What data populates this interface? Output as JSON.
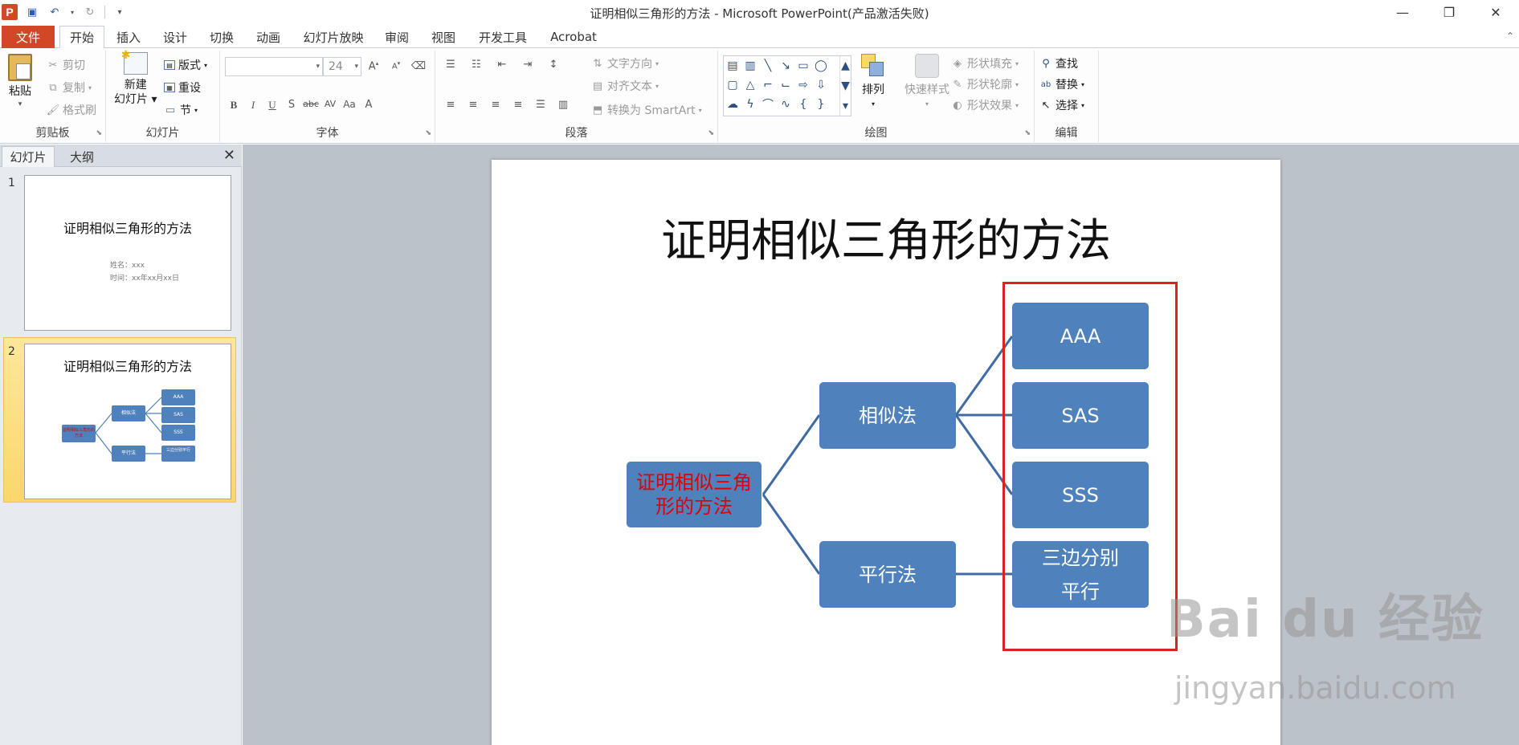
{
  "app": {
    "title": "证明相似三角形的方法 - Microsoft PowerPoint(产品激活失败)",
    "logo_letter": "P",
    "window_controls": {
      "minimize": "—",
      "restore": "❐",
      "close": "✕"
    }
  },
  "ribbon_tabs": {
    "file": "文件",
    "home": "开始",
    "insert": "插入",
    "design": "设计",
    "transitions": "切换",
    "animations": "动画",
    "slideshow": "幻灯片放映",
    "review": "审阅",
    "view": "视图",
    "developer": "开发工具",
    "acrobat": "Acrobat"
  },
  "ribbon": {
    "clipboard": {
      "paste": "粘贴",
      "cut": "剪切",
      "copy": "复制",
      "format_painter": "格式刷",
      "label": "剪贴板"
    },
    "slides": {
      "new_slide_1": "新建",
      "new_slide_2": "幻灯片",
      "layout": "版式",
      "reset": "重设",
      "section": "节",
      "label": "幻灯片"
    },
    "font": {
      "size": "24",
      "label": "字体"
    },
    "paragraph": {
      "text_direction": "文字方向",
      "align_text": "对齐文本",
      "smartart": "转换为 SmartArt",
      "label": "段落"
    },
    "drawing": {
      "arrange": "排列",
      "quick_styles": "快速样式",
      "shape_fill": "形状填充",
      "shape_outline": "形状轮廓",
      "shape_effects": "形状效果",
      "label": "绘图"
    },
    "editing": {
      "find": "查找",
      "replace": "替换",
      "select": "选择",
      "label": "编辑"
    }
  },
  "left_pane": {
    "tab_slides": "幻灯片",
    "tab_outline": "大纲",
    "close": "✕",
    "slides": [
      {
        "num": "1",
        "title": "证明相似三角形的方法",
        "sub1": "姓名：xxx",
        "sub2": "时间：xx年xx月xx日"
      },
      {
        "num": "2",
        "title": "证明相似三角形的方法",
        "root": "证明相似三角形的方法",
        "n1": "相似法",
        "n2": "平行法",
        "l1": "AAA",
        "l2": "SAS",
        "l3": "SSS",
        "l4": "三边分别平行"
      }
    ]
  },
  "slide": {
    "title": "证明相似三角形的方法",
    "root": "证明相似三角形的方法",
    "branch_similar": "相似法",
    "branch_parallel": "平行法",
    "leaf_aaa": "AAA",
    "leaf_sas": "SAS",
    "leaf_sss": "SSS",
    "leaf_parallel": "三边分别平行",
    "box_color": "#4f81bd",
    "root_text_color": "#e00000",
    "frame_color": "#e02020"
  },
  "watermark": {
    "logo": "Bai du 经验",
    "url": "jingyan.baidu.com"
  }
}
